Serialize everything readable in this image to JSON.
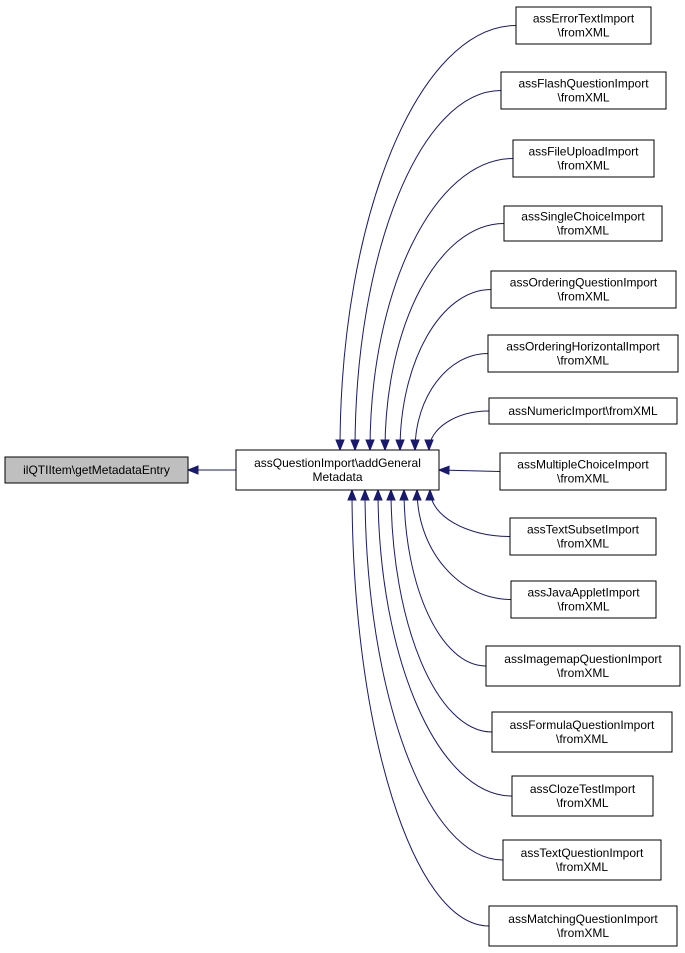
{
  "root": {
    "lines": [
      "ilQTIItem\\getMetadataEntry"
    ],
    "fill": "#bfbfbf"
  },
  "middle": {
    "lines": [
      "assQuestionImport\\addGeneral",
      "Metadata"
    ],
    "fill": "#ffffff"
  },
  "callers": [
    {
      "id": "error-text",
      "lines": [
        "assErrorTextImport",
        "\\fromXML"
      ]
    },
    {
      "id": "flash-question",
      "lines": [
        "assFlashQuestionImport",
        "\\fromXML"
      ]
    },
    {
      "id": "file-upload",
      "lines": [
        "assFileUploadImport",
        "\\fromXML"
      ]
    },
    {
      "id": "single-choice",
      "lines": [
        "assSingleChoiceImport",
        "\\fromXML"
      ]
    },
    {
      "id": "ordering-question",
      "lines": [
        "assOrderingQuestionImport",
        "\\fromXML"
      ]
    },
    {
      "id": "ordering-horizontal",
      "lines": [
        "assOrderingHorizontalImport",
        "\\fromXML"
      ]
    },
    {
      "id": "numeric",
      "lines": [
        "assNumericImport\\fromXML"
      ]
    },
    {
      "id": "multiple-choice",
      "lines": [
        "assMultipleChoiceImport",
        "\\fromXML"
      ]
    },
    {
      "id": "text-subset",
      "lines": [
        "assTextSubsetImport",
        "\\fromXML"
      ]
    },
    {
      "id": "java-applet",
      "lines": [
        "assJavaAppletImport",
        "\\fromXML"
      ]
    },
    {
      "id": "imagemap-question",
      "lines": [
        "assImagemapQuestionImport",
        "\\fromXML"
      ]
    },
    {
      "id": "formula-question",
      "lines": [
        "assFormulaQuestionImport",
        "\\fromXML"
      ]
    },
    {
      "id": "cloze-test",
      "lines": [
        "assClozeTestImport",
        "\\fromXML"
      ]
    },
    {
      "id": "text-question",
      "lines": [
        "assTextQuestionImport",
        "\\fromXML"
      ]
    },
    {
      "id": "matching-question",
      "lines": [
        "assMatchingQuestionImport",
        "\\fromXML"
      ]
    }
  ],
  "colors": {
    "edge": "#191970",
    "border": "#000000",
    "root_fill": "#bfbfbf",
    "node_fill": "#ffffff"
  }
}
